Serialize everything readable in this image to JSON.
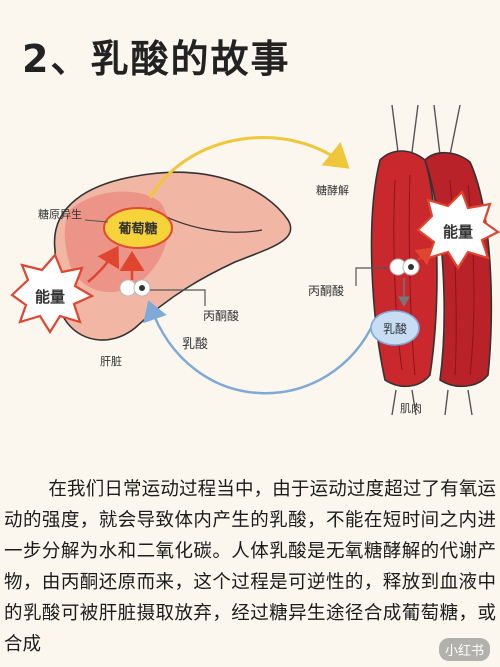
{
  "title": "2、乳酸的故事",
  "diagram": {
    "label_gluconeogenesis": "糖原异生",
    "label_glucose": "葡萄糖",
    "label_energy_left": "能量",
    "label_pyruvate_liver": "丙酮酸",
    "label_liver": "肝脏",
    "label_lactate_arrow": "乳酸",
    "label_glycolysis": "糖酵解",
    "label_energy_right": "能量",
    "label_pyruvate_muscle": "丙酮酸",
    "label_lactate_muscle": "乳酸",
    "label_muscle": "肌肉"
  },
  "paragraph": "在我们日常运动过程当中，由于运动过度超过了有氧运动的强度，就会导致体内产生的乳酸，不能在短时间之内进一步分解为水和二氧化碳。人体乳酸是无氧糖酵解的代谢产物，由丙酮还原而来，这个过程是可逆性的，释放到血液中的乳酸可被肝脏摄取放弃，经过糖异生途径合成葡萄糖，或合成",
  "watermark": "小红书"
}
